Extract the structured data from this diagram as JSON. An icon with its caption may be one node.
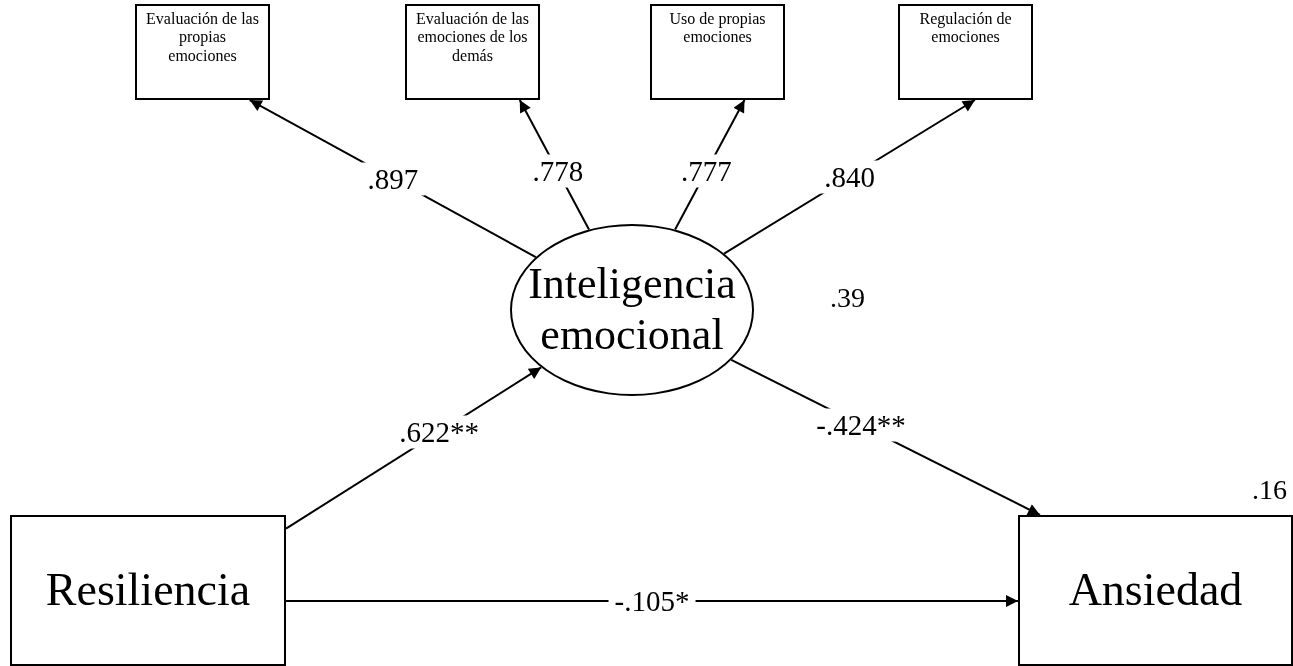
{
  "diagram": {
    "nodes": [
      {
        "text": [
          "Evaluación de las propias emociones"
        ]
      },
      {
        "text": [
          "Evaluación de las emociones de los demás"
        ]
      },
      {
        "text": [
          "Uso de propias emociones"
        ]
      },
      {
        "text": [
          "Regulación de emociones"
        ]
      },
      {
        "text": [
          "Inteligencia emocional"
        ],
        "beside": [
          ".39"
        ]
      },
      {
        "text": [
          "Resiliencia"
        ]
      },
      {
        "text": [
          "Ansiedad"
        ],
        "beside": [
          ".16"
        ]
      }
    ],
    "edges": [
      {
        "from": 4,
        "to": 0,
        "arrow": "to",
        "label": ".897"
      },
      {
        "from": 4,
        "to": 1,
        "arrow": "to",
        "label": ".778"
      },
      {
        "from": 4,
        "to": 2,
        "arrow": "to",
        "label": ".777"
      },
      {
        "from": 4,
        "to": 3,
        "arrow": "to",
        "label": ".840"
      },
      {
        "from": 5,
        "to": 4,
        "arrow": "to",
        "label": ".622**"
      },
      {
        "from": 4,
        "to": 6,
        "arrow": "to",
        "label": "-.424**"
      },
      {
        "from": 5,
        "to": 6,
        "arrow": "to",
        "label": "-.105*"
      }
    ]
  }
}
